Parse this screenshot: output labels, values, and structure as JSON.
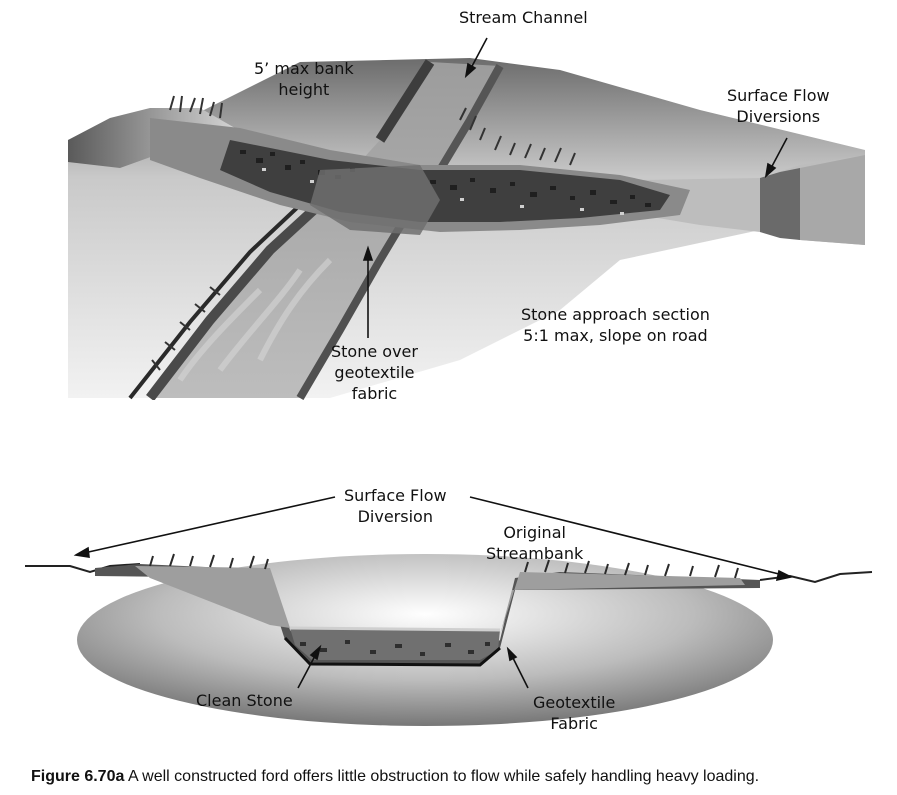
{
  "top_diagram": {
    "labels": {
      "stream_channel": "Stream Channel",
      "bank_height": [
        "5’ max bank",
        "height"
      ],
      "surface_flow": [
        "Surface Flow",
        "Diversions"
      ],
      "stone_over_fabric": [
        "Stone over",
        "geotextile",
        "fabric"
      ],
      "approach": [
        "Stone approach section",
        "5:1 max, slope on road"
      ]
    }
  },
  "bottom_diagram": {
    "labels": {
      "surface_flow": [
        "Surface Flow",
        "Diversion"
      ],
      "original_bank": [
        "Original",
        "Streambank"
      ],
      "clean_stone": "Clean Stone",
      "geotextile": [
        "Geotextile",
        "Fabric"
      ]
    }
  },
  "caption": {
    "figure": "Figure 6.70a",
    "text": " A well constructed ford offers little obstruction to flow while safely handling heavy loading."
  },
  "colors": {
    "ground_light": "#e8e8e8",
    "ground_dark": "#707070",
    "stone": "#3a3a3a",
    "water": "#9a9a9a",
    "ink": "#111111"
  }
}
